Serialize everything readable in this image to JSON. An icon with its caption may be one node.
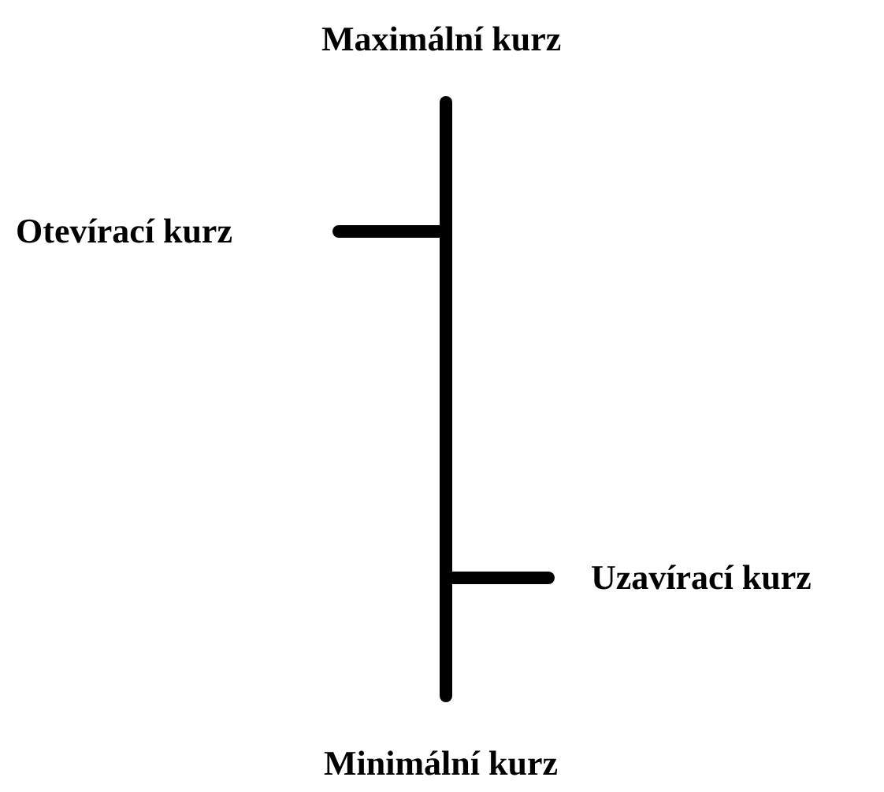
{
  "diagram": {
    "labels": [
      "Maximální kurz",
      "Otevírací kurz",
      "Uzavírací kurz",
      "Minimální kurz"
    ]
  }
}
